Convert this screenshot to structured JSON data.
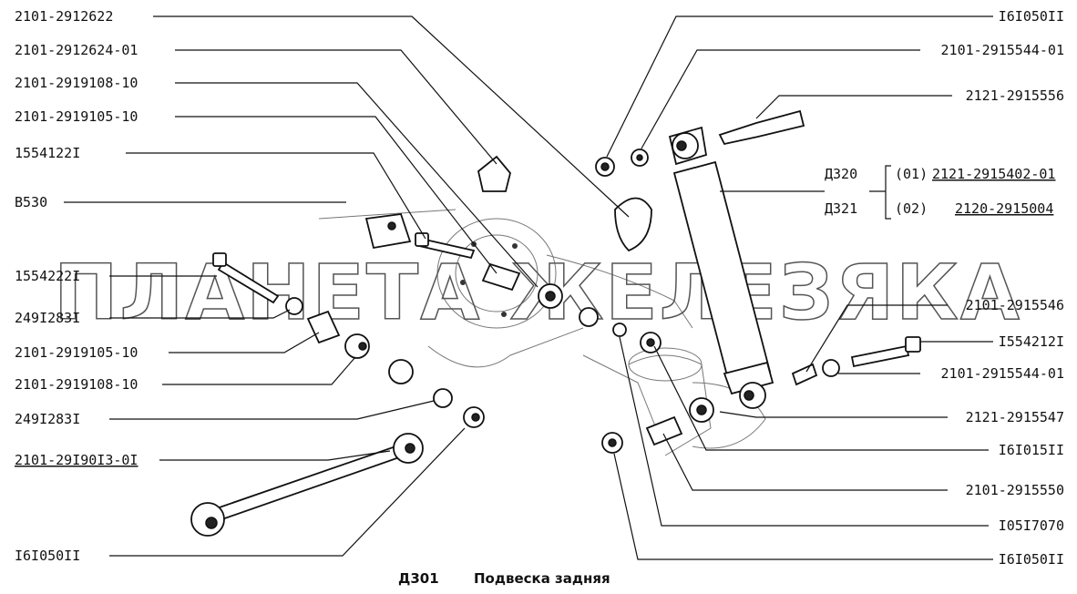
{
  "watermark": "ПЛАНЕТА ЖЕЛЕЗЯКА",
  "caption": {
    "code": "Д301",
    "title": "Подвеска задняя"
  },
  "labels_left": [
    "2101-2912622",
    "2101-2912624-01",
    "2101-2919108-10",
    "2101-2919105-10",
    "1554122I",
    "B530",
    "1554222I",
    "249I283I",
    "2101-2919105-10",
    "2101-2919108-10",
    "249I283I",
    "2101-29I90I3-0I",
    "I6I050II"
  ],
  "labels_right": [
    "I6I050II",
    "2101-2915544-01",
    "2121-2915556",
    "2101-2915546",
    "I554212I",
    "2101-2915544-01",
    "2121-2915547",
    "I6I015II",
    "2101-2915550",
    "I05I7070",
    "I6I050II"
  ],
  "shock_bracket": {
    "model_a": "Д320",
    "model_b": "Д321",
    "variant_a": "(01)",
    "variant_b": "(02)",
    "part_a": "2121-2915402-01",
    "part_b": "2120-2915004"
  },
  "icons": [
    "shock-absorber-icon",
    "rod-icon",
    "bushing-icon",
    "bolt-icon",
    "nut-icon",
    "washer-icon"
  ]
}
